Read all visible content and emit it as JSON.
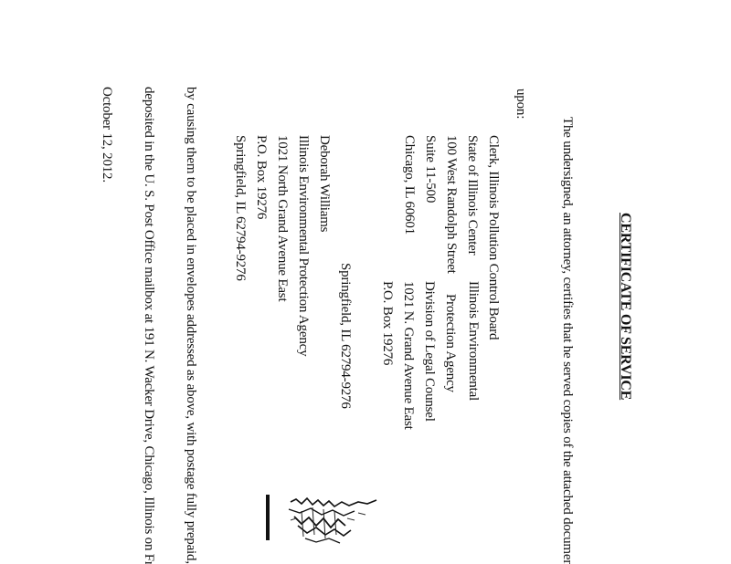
{
  "document": {
    "title": "CERTIFICATE OF SERVICE",
    "intro_line1": "The undersigned, an attorney, certifies that he served copies of the attached document",
    "intro_line2": "upon:",
    "recipient_1": {
      "line1": "Clerk, Illinois Pollution Control Board",
      "line2": "State of Illinois Center",
      "line3": "100 West Randolph Street",
      "line4": "Suite 11-500",
      "line5": "Chicago, IL 60601"
    },
    "recipient_2": {
      "line1": "Illinois Environmental",
      "line2": "Protection Agency",
      "line3": "Division of Legal Counsel",
      "line4": "1021 N. Grand Avenue East",
      "line5": "P.O. Box 19276",
      "line6": "Springfield, IL 62794-9276"
    },
    "recipient_3": {
      "line1": "Deborah Williams",
      "line2": "Illinois Environmental Protection Agency",
      "line3": "1021 North Grand Avenue East",
      "line4": "P.O. Box 19276",
      "line5": "Springfield, IL 62794-9276"
    },
    "closing_line1": "by causing them to be placed in envelopes addressed as above, with postage fully prepaid, and",
    "closing_line2": "deposited in the U. S. Post Office mailbox at 191 N. Wacker Drive, Chicago, Illinois on Friday,",
    "closing_line3": "October 12, 2012."
  }
}
